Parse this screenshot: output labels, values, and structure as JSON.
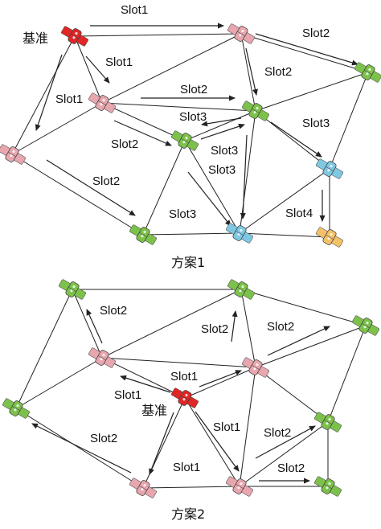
{
  "colors": {
    "pink": "#e8a6ae",
    "green": "#7cc24a",
    "red": "#e12626",
    "blue": "#7ec8e3",
    "orange": "#f5c168",
    "line": "#222222"
  },
  "icon": "satellite-icon",
  "scheme1": {
    "caption": "方案1",
    "reference_label": "基准",
    "nodes": [
      {
        "id": "n1",
        "color": "red"
      },
      {
        "id": "n2",
        "color": "pink"
      },
      {
        "id": "n3",
        "color": "green"
      },
      {
        "id": "n4",
        "color": "pink"
      },
      {
        "id": "n5",
        "color": "green"
      },
      {
        "id": "n6",
        "color": "pink"
      },
      {
        "id": "n7",
        "color": "green"
      },
      {
        "id": "n8",
        "color": "blue"
      },
      {
        "id": "n9",
        "color": "green"
      },
      {
        "id": "n10",
        "color": "blue"
      },
      {
        "id": "n11",
        "color": "orange"
      }
    ],
    "slot_labels": [
      "Slot1",
      "Slot2",
      "Slot1",
      "Slot1",
      "Slot2",
      "Slot2",
      "Slot3",
      "Slot2",
      "Slot3",
      "Slot3",
      "Slot3",
      "Slot2",
      "Slot3",
      "Slot4"
    ]
  },
  "scheme2": {
    "caption": "方案2",
    "reference_label": "基准",
    "nodes": [
      {
        "id": "m1",
        "color": "green"
      },
      {
        "id": "m2",
        "color": "green"
      },
      {
        "id": "m3",
        "color": "green"
      },
      {
        "id": "m4",
        "color": "pink"
      },
      {
        "id": "m5",
        "color": "red"
      },
      {
        "id": "m6",
        "color": "pink"
      },
      {
        "id": "m7",
        "color": "green"
      },
      {
        "id": "m8",
        "color": "green"
      },
      {
        "id": "m9",
        "color": "pink"
      },
      {
        "id": "m10",
        "color": "pink"
      },
      {
        "id": "m11",
        "color": "green"
      }
    ],
    "slot_labels": [
      "Slot2",
      "Slot2",
      "Slot2",
      "Slot1",
      "Slot1",
      "Slot1",
      "Slot2",
      "Slot2",
      "Slot1",
      "Slot2"
    ]
  }
}
